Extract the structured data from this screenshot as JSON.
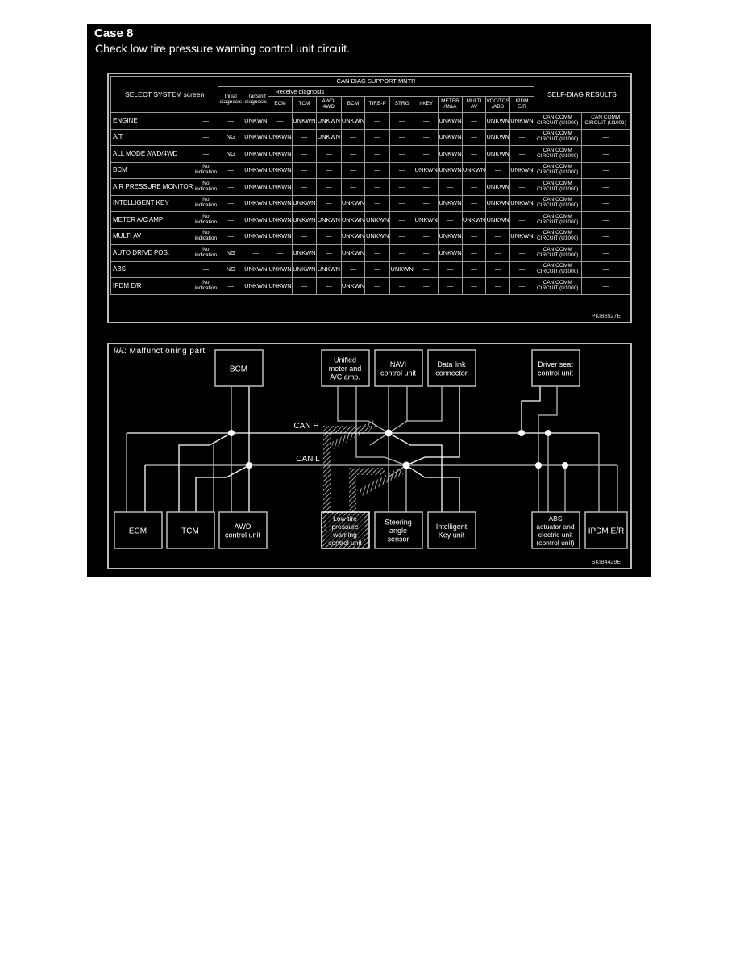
{
  "header": {
    "case_title": "Case 8",
    "description": "Check low tire pressure warning control unit circuit."
  },
  "table": {
    "group_header": "CAN DIAG SUPPORT MNTR",
    "receive_header": "Receive diagnosis",
    "select_system_header": "SELECT SYSTEM screen",
    "initial_diag_header": "Initial diagnosis",
    "transmit_diag_header": "Transmit diagnosis",
    "self_diag_header": "SELF-DIAG RESULTS",
    "receive_columns": [
      "ECM",
      "TCM",
      "AWD/ 4WD",
      "BCM",
      "TIRE-P",
      "STRG",
      "I-KEY",
      "METER /M&A",
      "MULTI AV",
      "VDC/TCS /ABS",
      "IPDM E/R"
    ],
    "rows": [
      {
        "system": "ENGINE",
        "screen": "—",
        "initial": "—",
        "transmit": "UNKWN",
        "receive": [
          "—",
          "UNKWN",
          "UNKWN",
          "UNKWN",
          "—",
          "—",
          "—",
          "UNKWN",
          "—",
          "UNKWN",
          "UNKWN"
        ],
        "self_diag_1": "CAN COMM CIRCUIT (U1000)",
        "self_diag_2": "CAN COMM CIRCUIT (U1001)"
      },
      {
        "system": "A/T",
        "screen": "—",
        "initial": "NG",
        "transmit": "UNKWN",
        "receive": [
          "UNKWN",
          "—",
          "UNKWN",
          "—",
          "—",
          "—",
          "—",
          "UNKWN",
          "—",
          "UNKWN",
          "—"
        ],
        "self_diag_1": "CAN COMM CIRCUIT (U1000)",
        "self_diag_2": "—"
      },
      {
        "system": "ALL MODE AWD/4WD",
        "screen": "—",
        "initial": "NG",
        "transmit": "UNKWN",
        "receive": [
          "UNKWN",
          "—",
          "—",
          "—",
          "—",
          "—",
          "—",
          "UNKWN",
          "—",
          "UNKWN",
          "—"
        ],
        "self_diag_1": "CAN COMM CIRCUIT (U1000)",
        "self_diag_2": "—"
      },
      {
        "system": "BCM",
        "screen": "No indication",
        "initial": "—",
        "transmit": "UNKWN",
        "receive": [
          "UNKWN",
          "—",
          "—",
          "—",
          "—",
          "—",
          "UNKWN",
          "UNKWN",
          "UNKWN",
          "—",
          "UNKWN"
        ],
        "self_diag_1": "CAN COMM CIRCUIT (U1000)",
        "self_diag_2": "—"
      },
      {
        "system": "AIR PRESSURE MONITOR",
        "screen": "No indication",
        "initial": "—",
        "transmit": "UNKWN",
        "receive": [
          "UNKWN",
          "—",
          "—",
          "—",
          "—",
          "—",
          "—",
          "—",
          "—",
          "UNKWN",
          "—"
        ],
        "self_diag_1": "CAN COMM CIRCUIT (U1000)",
        "self_diag_2": "—"
      },
      {
        "system": "INTELLIGENT KEY",
        "screen": "No indication",
        "initial": "—",
        "transmit": "UNKWN",
        "receive": [
          "UNKWN",
          "UNKWN",
          "—",
          "UNKWN",
          "—",
          "—",
          "—",
          "UNKWN",
          "—",
          "UNKWN",
          "UNKWN"
        ],
        "self_diag_1": "CAN COMM CIRCUIT (U1000)",
        "self_diag_2": "—"
      },
      {
        "system": "METER A/C AMP",
        "screen": "No indication",
        "initial": "—",
        "transmit": "UNKWN",
        "receive": [
          "UNKWN",
          "UNKWN",
          "UNKWN",
          "UNKWN",
          "UNKWN",
          "—",
          "UNKWN",
          "—",
          "UNKWN",
          "UNKWN",
          "—"
        ],
        "self_diag_1": "CAN COMM CIRCUIT (U1000)",
        "self_diag_2": "—"
      },
      {
        "system": "MULTI AV",
        "screen": "No indication",
        "initial": "—",
        "transmit": "UNKWN",
        "receive": [
          "UNKWN",
          "—",
          "—",
          "UNKWN",
          "UNKWN",
          "—",
          "—",
          "UNKWN",
          "—",
          "—",
          "UNKWN"
        ],
        "self_diag_1": "CAN COMM CIRCUIT (U1000)",
        "self_diag_2": "—"
      },
      {
        "system": "AUTO DRIVE POS.",
        "screen": "No indication",
        "initial": "NG",
        "transmit": "—",
        "receive": [
          "—",
          "UNKWN",
          "—",
          "UNKWN",
          "—",
          "—",
          "—",
          "UNKWN",
          "—",
          "—",
          "—"
        ],
        "self_diag_1": "CAN COMM CIRCUIT (U1000)",
        "self_diag_2": "—"
      },
      {
        "system": "ABS",
        "screen": "—",
        "initial": "NG",
        "transmit": "UNKWN",
        "receive": [
          "UNKWN",
          "UNKWN",
          "UNKWN",
          "—",
          "—",
          "UNKWN",
          "—",
          "—",
          "—",
          "—",
          "—"
        ],
        "self_diag_1": "CAN COMM CIRCUIT (U1000)",
        "self_diag_2": "—"
      },
      {
        "system": "IPDM E/R",
        "screen": "No indication",
        "initial": "—",
        "transmit": "UNKWN",
        "receive": [
          "UNKWN",
          "—",
          "—",
          "UNKWN",
          "—",
          "—",
          "—",
          "—",
          "—",
          "—",
          "—"
        ],
        "self_diag_1": "CAN COMM CIRCUIT (U1000)",
        "self_diag_2": "—"
      }
    ],
    "figure_code": "PKIB8527E"
  },
  "diagram": {
    "legend": "////: Malfunctioning part",
    "can_h_label": "CAN H",
    "can_l_label": "CAN L",
    "units": {
      "bcm": "BCM",
      "unified_meter": [
        "Unified",
        "meter and",
        "A/C amp."
      ],
      "navi": [
        "NAVI",
        "control unit"
      ],
      "data_link": [
        "Data link",
        "connector"
      ],
      "driver_seat": [
        "Driver seat",
        "control unit"
      ],
      "ecm": "ECM",
      "tcm": "TCM",
      "awd": [
        "AWD",
        "control unit"
      ],
      "low_tire": [
        "Low tire",
        "pressure",
        "warning",
        "control unit"
      ],
      "steering": [
        "Steering",
        "angle",
        "sensor"
      ],
      "intelligent_key": [
        "Intelligent",
        "Key unit"
      ],
      "abs": [
        "ABS",
        "actuator and",
        "electric unit",
        "(control unit)"
      ],
      "ipdm": "IPDM E/R"
    },
    "figure_code": "SKIB4429E",
    "colors": {
      "wire": "#ffffff",
      "wire_dim": "#bdbdbd",
      "hatch": "#cfcfcf"
    }
  }
}
